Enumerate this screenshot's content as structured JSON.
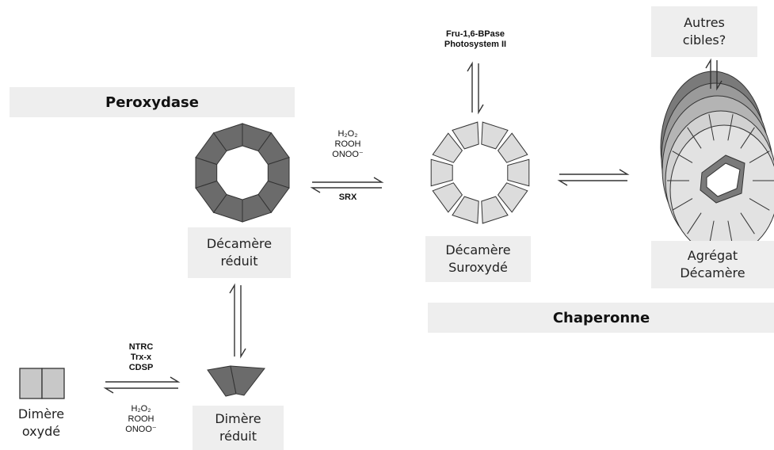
{
  "titles": {
    "peroxidase": "Peroxydase",
    "chaperone": "Chaperonne"
  },
  "labels": {
    "reduced_decamer": "Décamère\nréduit",
    "overoxidized_decamer": "Décamère\nSuroxydé",
    "aggregate": "Agrégat\nDécamère",
    "other_targets": "Autres\ncibles?",
    "reduced_dimer": "Dimère\nréduit",
    "oxidized_dimer": "Dimère\noxydé"
  },
  "conditions": {
    "oxidants_top": [
      "H₂O₂",
      "ROOH",
      "ONOO⁻"
    ],
    "srx": "SRX",
    "targets": [
      "Fru-1,6-BPase",
      "Photosystem II"
    ],
    "reductants": [
      "NTRC",
      "Trx-x",
      "CDSP"
    ],
    "oxidants_bottom": [
      "H₂O₂",
      "ROOH",
      "ONOO⁻"
    ]
  },
  "colors": {
    "reduced_fill": "#6b6b6b",
    "overoxidized_fill": "#dcdcdc",
    "oxidized_dimer_fill": "#c8c8c8",
    "label_box": "#eeeeee"
  }
}
